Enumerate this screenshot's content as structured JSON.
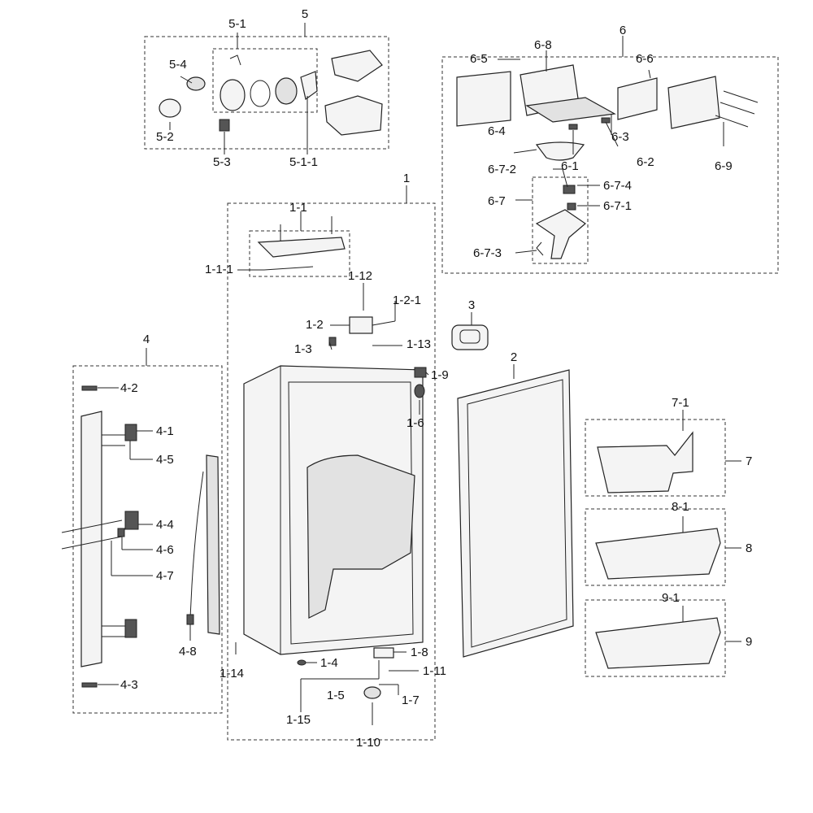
{
  "labels": {
    "g5": "5",
    "l5_1": "5-1",
    "l5_4": "5-4",
    "l5_2": "5-2",
    "l5_3": "5-3",
    "l5_1_1": "5-1-1",
    "g6": "6",
    "l6_5": "6-5",
    "l6_8": "6-8",
    "l6_6": "6-6",
    "l6_3": "6-3",
    "l6_4": "6-4",
    "l6_2": "6-2",
    "l6_1": "6-1",
    "l6_9": "6-9",
    "l6_7_2": "6-7-2",
    "l6_7_4": "6-7-4",
    "l6_7": "6-7",
    "l6_7_1": "6-7-1",
    "l6_7_3": "6-7-3",
    "g1": "1",
    "l1_1": "1-1",
    "l1_1_1": "1-1-1",
    "l1_12": "1-12",
    "l1_2_1": "1-2-1",
    "l1_2": "1-2",
    "l1_3": "1-3",
    "l1_13": "1-13",
    "l1_9": "1-9",
    "l1_6": "1-6",
    "l1_4": "1-4",
    "l1_8": "1-8",
    "l1_11": "1-11",
    "l1_5": "1-5",
    "l1_7": "1-7",
    "l1_14": "1-14",
    "l1_15": "1-15",
    "l1_10": "1-10",
    "g3": "3",
    "g2": "2",
    "g4": "4",
    "l4_2": "4-2",
    "l4_1": "4-1",
    "l4_5": "4-5",
    "l4_4": "4-4",
    "l4_6": "4-6",
    "l4_7": "4-7",
    "l4_8": "4-8",
    "l4_3": "4-3",
    "g7": "7",
    "l7_1": "7-1",
    "g8": "8",
    "l8_1": "8-1",
    "g9": "9",
    "l9_1": "9-1"
  }
}
